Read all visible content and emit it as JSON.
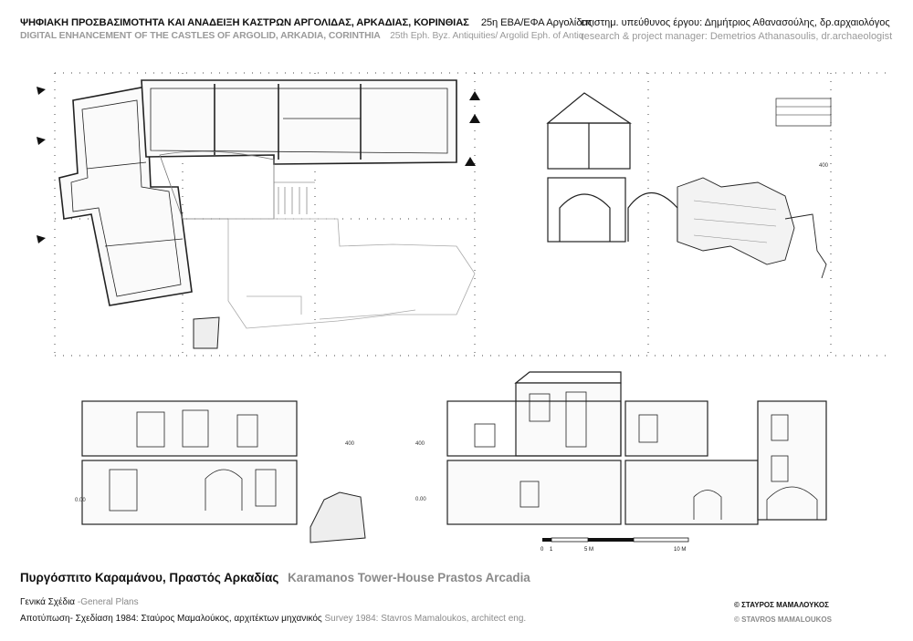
{
  "header": {
    "line1_gr": "ΨΗΦΙΑΚΗ ΠΡΟΣΒΑΣΙΜΟΤΗΤΑ ΚΑΙ ΑΝΑΔΕΙΞΗ ΚΑΣΤΡΩΝ ΑΡΓΟΛΙΔΑΣ, ΑΡΚΑΔΙΑΣ, ΚΟΡΙΝΘΙΑΣ",
    "line1_gr_ephorate": "25η ΕΒΑ/ΕΦΑ Αργολίδας",
    "line2_en": "DIGITAL ENHANCEMENT OF THE CASTLES OF ARGOLID, ARKADIA, CORINTHIA",
    "line2_en_ephorate": "25th Eph. Byz. Antiquities/ Argolid Eph. of Antiq.",
    "manager_gr": "επιστημ. υπεύθυνος έργου: Δημήτριος Αθανασούλης, δρ.αρχαιολόγος",
    "manager_en": "research & project manager: Demetrios Athanasoulis, dr.archaeologist"
  },
  "drawing": {
    "level_labels": [
      "400",
      "400",
      "400",
      "0.00",
      "0.00"
    ],
    "scale_bar": {
      "ticks": [
        "0",
        "1",
        "5 M",
        "10 M"
      ]
    }
  },
  "footer": {
    "title_gr": "Πυργόσπιτο Καραμάνου, Πραστός Αρκαδίας",
    "title_en": "Karamanos Tower-House Prastos  Arcadia",
    "general_gr": "Γενικά Σχέδια ",
    "general_en": "-General Plans",
    "survey_gr": "Αποτύπωση- Σχεδίαση 1984: Σταύρος Μαμαλούκος, αρχιτέκτων μηχανικός",
    "survey_en": "Survey 1984: Stavros Mamaloukos, architect eng.",
    "copyright_gr": "© ΣΤΑΥΡΟΣ ΜΑΜΑΛΟΥΚΟΣ",
    "copyright_en": "© STAVROS MAMALOUKOS"
  },
  "colors": {
    "line": "#222222",
    "grey_text": "#9a9a9a",
    "hatch": "#555555"
  }
}
